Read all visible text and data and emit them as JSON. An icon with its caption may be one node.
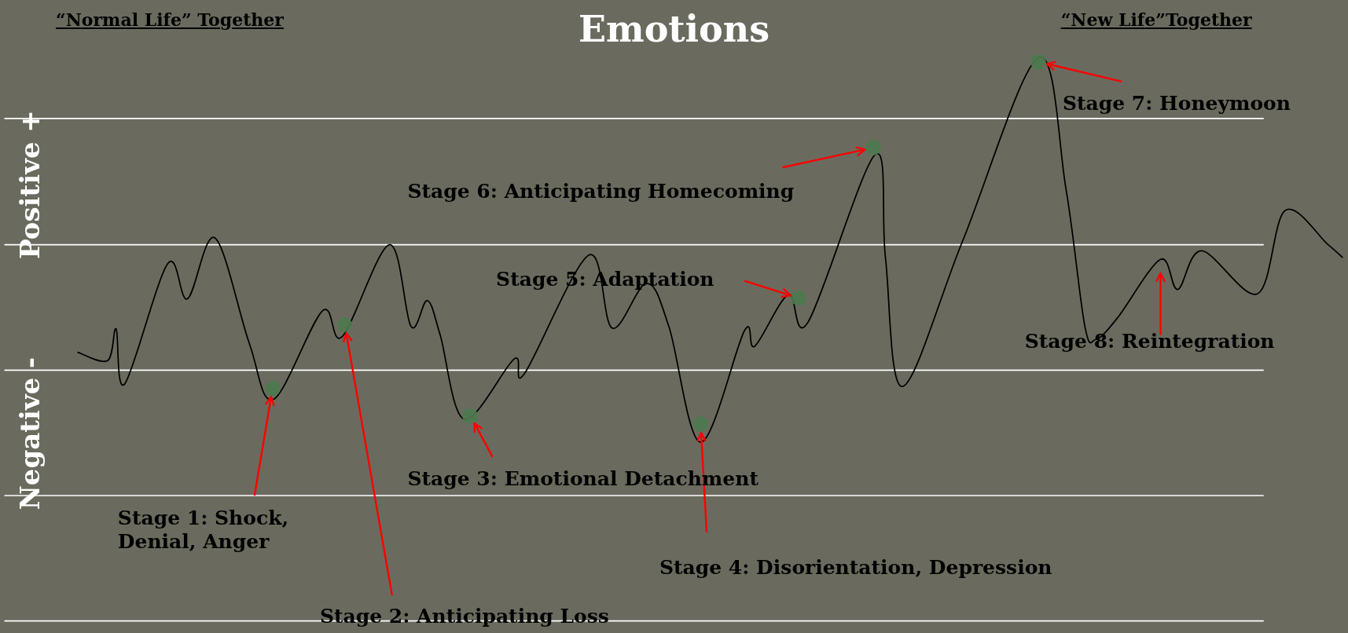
{
  "diagram": {
    "title": "Emotions",
    "nodes": [
      {
        "text": [
          "Stage 1: Shock, Denial, Anger"
        ]
      },
      {
        "text": [
          "Stage 2: Anticipating Loss"
        ]
      },
      {
        "text": [
          "Stage 3: Emotional Detachment"
        ]
      },
      {
        "text": [
          "Stage 4: Disorientation, Depression"
        ]
      },
      {
        "text": [
          "Stage 5: Adaptation"
        ]
      },
      {
        "text": [
          "Stage 6: Anticipating Homecoming"
        ]
      },
      {
        "text": [
          "Stage 7: Honeymoon"
        ]
      },
      {
        "text": [
          "Stage 8: Reintegration"
        ]
      },
      {
        "text": [],
        "shape": "circle"
      },
      {
        "text": [],
        "shape": "circle"
      },
      {
        "text": [],
        "shape": "circle"
      },
      {
        "text": [],
        "shape": "circle"
      },
      {
        "text": [],
        "shape": "circle"
      },
      {
        "text": [],
        "shape": "circle"
      },
      {
        "text": [],
        "shape": "circle"
      }
    ],
    "edges": [
      {
        "from": 0,
        "to": 8,
        "arrow": "to"
      },
      {
        "from": 1,
        "to": 9,
        "arrow": "to"
      },
      {
        "from": 2,
        "to": 10,
        "arrow": "to"
      },
      {
        "from": 3,
        "to": 11,
        "arrow": "to"
      },
      {
        "from": 4,
        "to": 12,
        "arrow": "to"
      },
      {
        "from": 5,
        "to": 13,
        "arrow": "to"
      },
      {
        "from": 6,
        "to": 14,
        "arrow": "to"
      },
      {
        "from": 7,
        "to": null,
        "arrow": "to"
      }
    ],
    "labels": [
      "“Normal Life” Together",
      "“New Life”Together",
      "Positive +",
      "Negative -"
    ]
  }
}
